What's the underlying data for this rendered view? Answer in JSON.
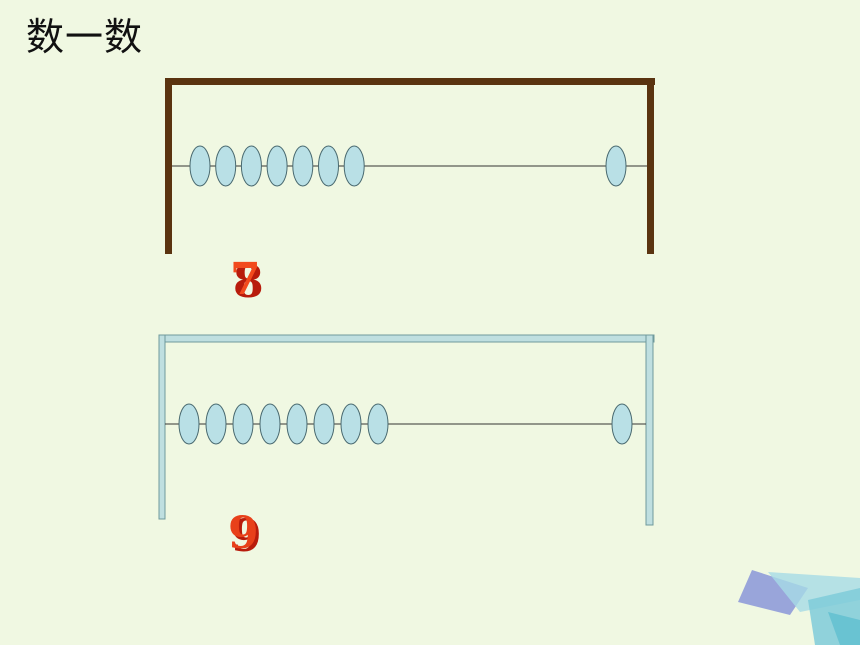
{
  "title": "数一数",
  "abacus_1": {
    "left_beads": 7,
    "right_beads": 1,
    "number_front": "7",
    "number_back": "8",
    "frame_color": "#5a3410",
    "front_color": "#f24a1d"
  },
  "abacus_2": {
    "left_beads": 8,
    "right_beads": 1,
    "number_front": "9",
    "number_back": "9",
    "frame_color": "#bfdfe0",
    "front_color": "#e8401a"
  },
  "colors": {
    "background": "#f0f8e2",
    "bead_fill": "#b9e0e6",
    "bead_stroke": "#4a6a70",
    "number_shadow": "#b81c0c"
  }
}
